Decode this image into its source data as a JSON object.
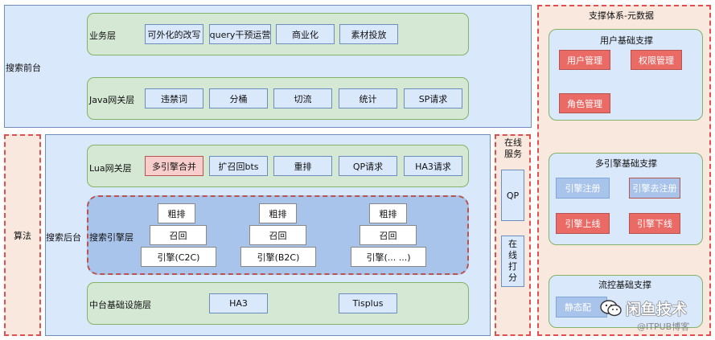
{
  "front": {
    "title": "搜索前台",
    "biz": {
      "label": "业务层",
      "items": [
        "可外化的改写",
        "query干预运营",
        "商业化",
        "素材投放"
      ]
    },
    "java": {
      "label": "Java网关层",
      "items": [
        "违禁词",
        "分桶",
        "切流",
        "统计",
        "SP请求"
      ]
    }
  },
  "algo": {
    "label": "算法"
  },
  "back": {
    "title": "搜索后台",
    "lua": {
      "label": "Lua网关层",
      "items": [
        "多引擎合并",
        "扩召回bts",
        "重排",
        "QP请求",
        "HA3请求"
      ]
    },
    "engine": {
      "label": "搜索引擎层",
      "stacks": [
        {
          "top": "粗排",
          "mid": "召回",
          "bottom": "引擎(C2C)"
        },
        {
          "top": "粗排",
          "mid": "召回",
          "bottom": "引擎(B2C)"
        },
        {
          "top": "粗排",
          "mid": "召回",
          "bottom": "引擎(... ...)"
        }
      ]
    },
    "infra": {
      "label": "中台基础设施层",
      "items": [
        "HA3",
        "Tisplus"
      ]
    }
  },
  "online": {
    "title": "在线服务",
    "qp": "QP",
    "score": "在线打分"
  },
  "support": {
    "title": "支撑体系-元数据",
    "user": {
      "title": "用户基础支撑",
      "items": [
        "用户管理",
        "权限管理",
        "角色管理"
      ]
    },
    "multi": {
      "title": "多引擎基础支撑",
      "items": [
        "引擎注册",
        "引擎去注册",
        "引擎上线",
        "引擎下线"
      ]
    },
    "flow": {
      "title": "流控基础支撑",
      "items": [
        "静态配"
      ]
    }
  },
  "watermark": {
    "brand": "闲鱼技术",
    "sub": "@ITPUB博客"
  }
}
